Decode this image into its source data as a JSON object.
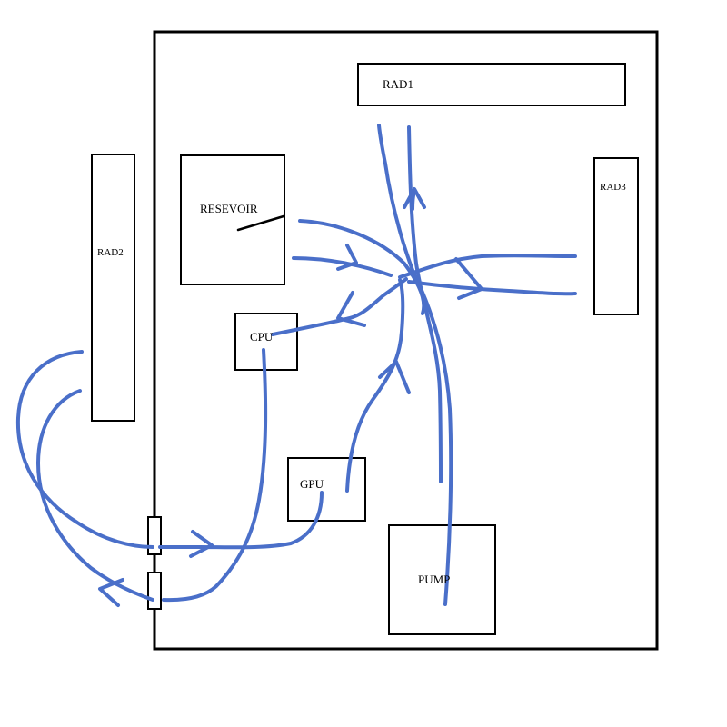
{
  "labels": {
    "rad1": "RAD1",
    "rad2": "RAD2",
    "rad3": "RAD3",
    "reservoir": "RESEVOIR",
    "cpu": "CPU",
    "gpu": "GPU",
    "pump": "PUMP"
  },
  "colors": {
    "outline": "#000000",
    "tubing": "#4a6fc9",
    "background": "#ffffff"
  }
}
